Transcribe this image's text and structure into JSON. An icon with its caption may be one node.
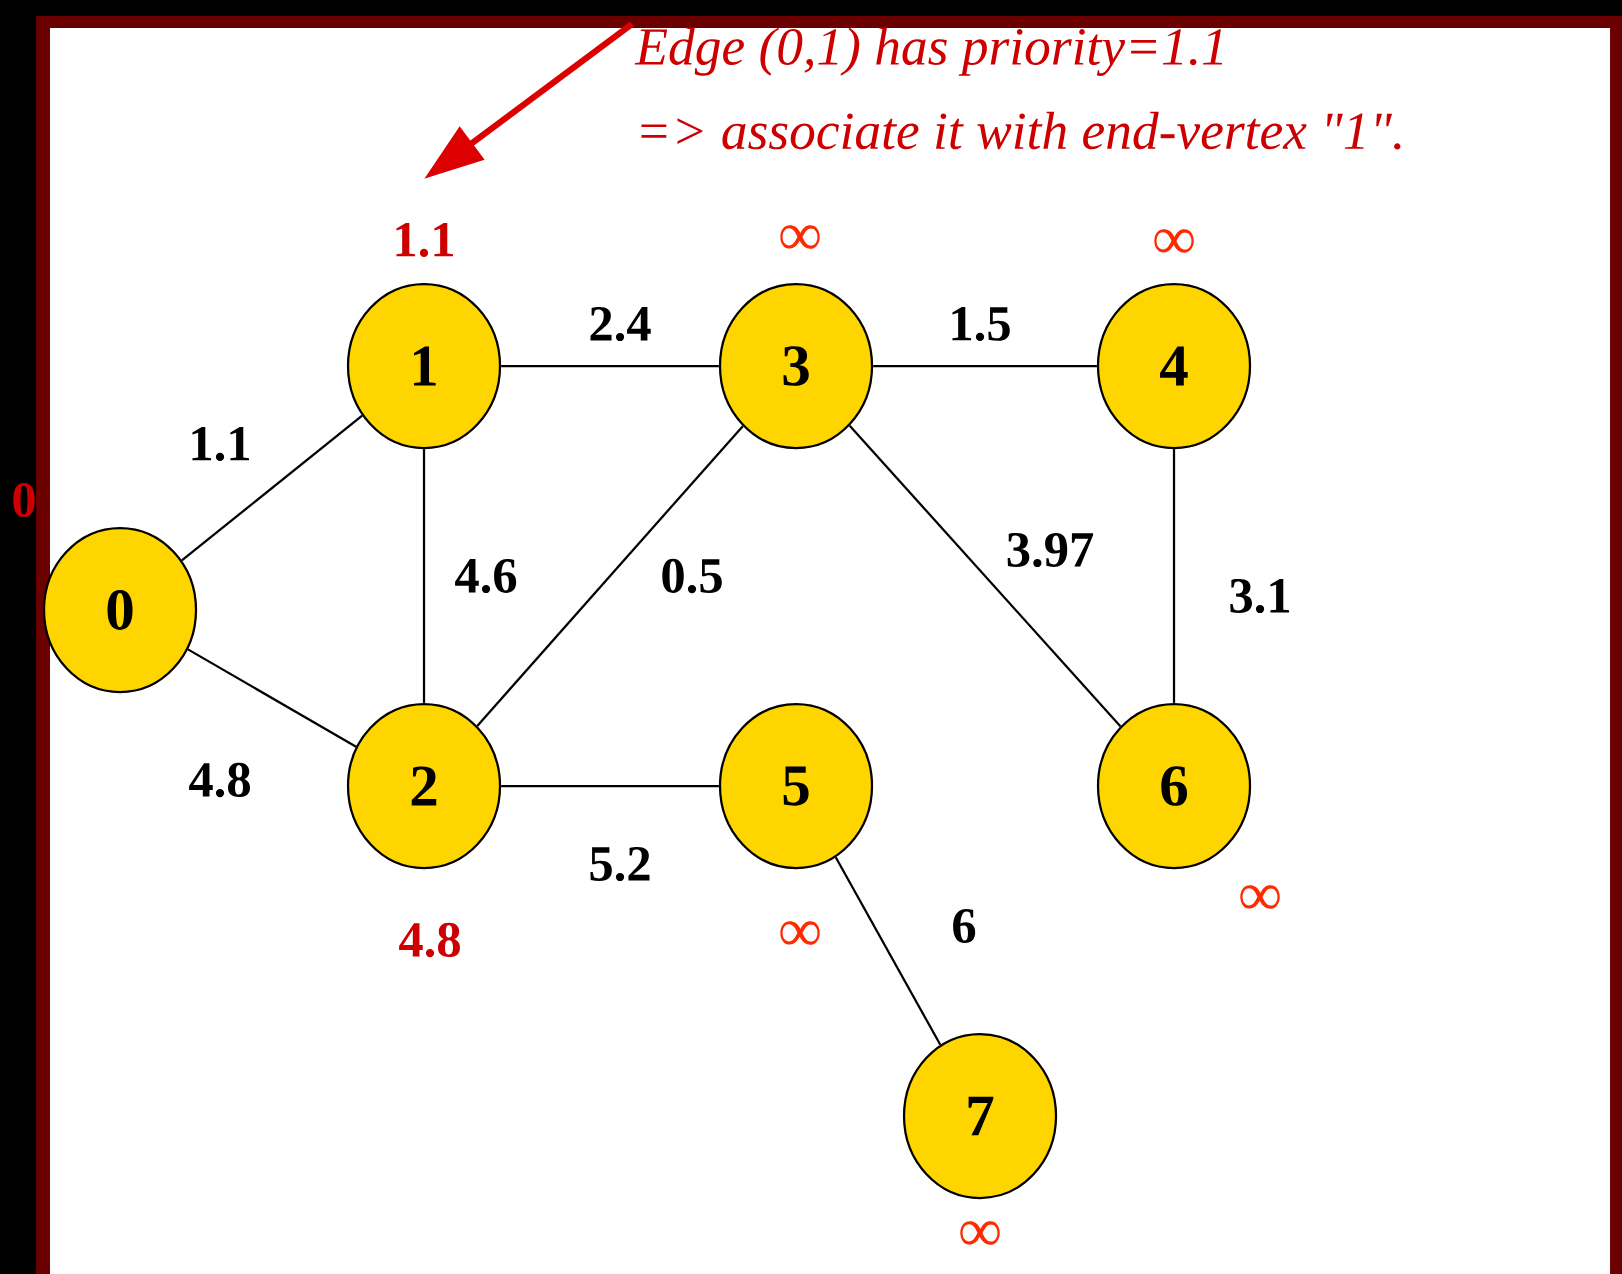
{
  "diagram": {
    "nodes": [
      {
        "text": [
          "0"
        ],
        "beside": [
          "0"
        ]
      },
      {
        "text": [
          "1"
        ],
        "beside": [
          "1.1"
        ]
      },
      {
        "text": [
          "2"
        ],
        "beside": [
          "4.8"
        ]
      },
      {
        "text": [
          "3"
        ],
        "beside": [
          "∞"
        ]
      },
      {
        "text": [
          "4"
        ],
        "beside": [
          "∞"
        ]
      },
      {
        "text": [
          "5"
        ],
        "beside": [
          "∞"
        ]
      },
      {
        "text": [
          "6"
        ],
        "beside": [
          "∞"
        ]
      },
      {
        "text": [
          "7"
        ],
        "beside": [
          "∞"
        ]
      },
      {
        "text": [
          "Edge (0,1) has priority=1.1",
          "=> associate it with end-vertex \"1\"."
        ]
      }
    ],
    "edges": [
      {
        "from": 0,
        "to": 1,
        "arrow": "none",
        "label": "1.1"
      },
      {
        "from": 0,
        "to": 2,
        "arrow": "none",
        "label": "4.8"
      },
      {
        "from": 1,
        "to": 3,
        "arrow": "none",
        "label": "2.4"
      },
      {
        "from": 1,
        "to": 2,
        "arrow": "none",
        "label": "4.6"
      },
      {
        "from": 2,
        "to": 3,
        "arrow": "none",
        "label": "0.5"
      },
      {
        "from": 3,
        "to": 4,
        "arrow": "none",
        "label": "1.5"
      },
      {
        "from": 3,
        "to": 6,
        "arrow": "none",
        "label": "3.97"
      },
      {
        "from": 4,
        "to": 6,
        "arrow": "none",
        "label": "3.1"
      },
      {
        "from": 2,
        "to": 5,
        "arrow": "none",
        "label": "5.2"
      },
      {
        "from": 5,
        "to": 7,
        "arrow": "none",
        "label": "6"
      },
      {
        "from": 8,
        "to": 1,
        "arrow": "to",
        "color": "#dd0000",
        "style": "thick"
      }
    ]
  }
}
